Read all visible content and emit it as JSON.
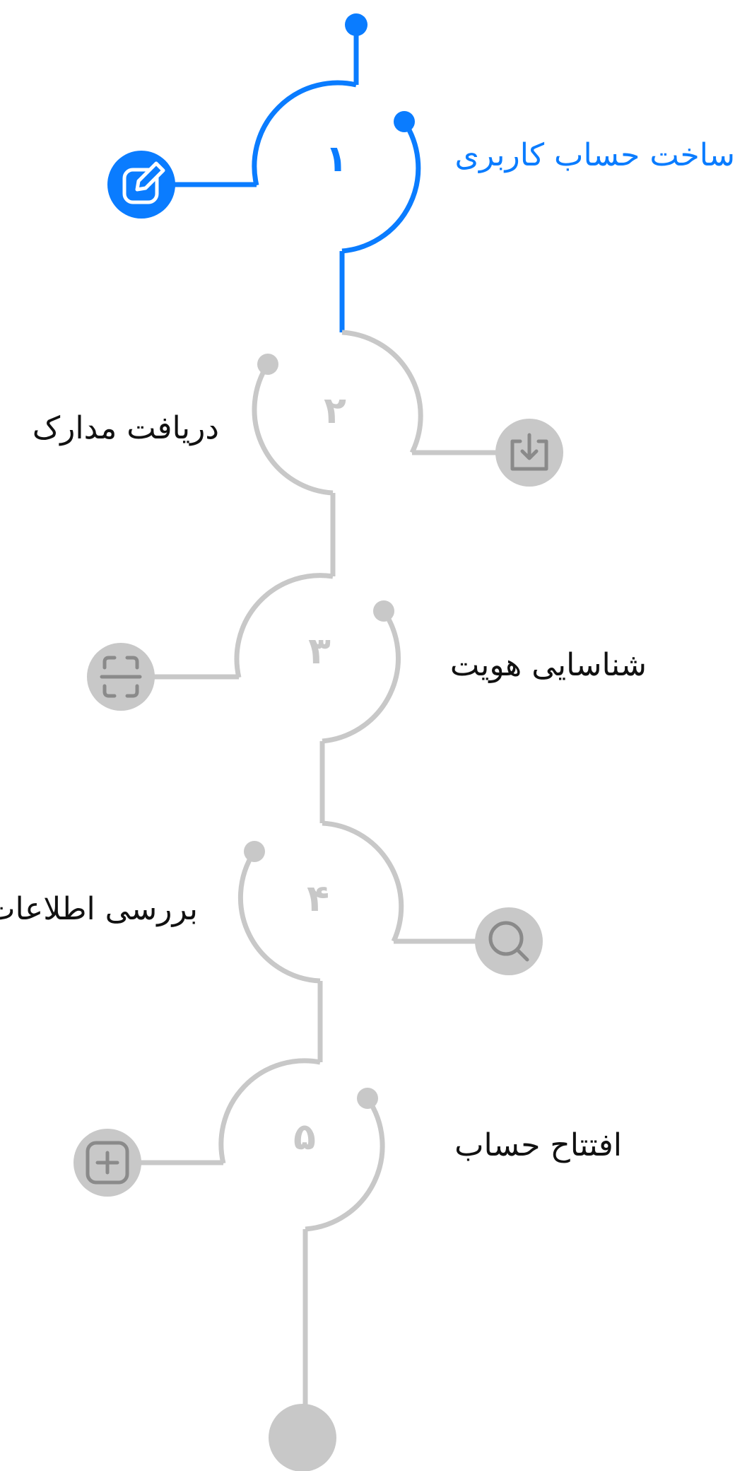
{
  "colors": {
    "active": "#0a7cff",
    "inactive": "#c8c8c8",
    "inactive_icon": "#8a8a8a",
    "text": "#111111",
    "background": "#ffffff"
  },
  "steps": [
    {
      "number": "۱",
      "label": "ساخت حساب کاربری",
      "icon": "edit-icon",
      "status": "active"
    },
    {
      "number": "۲",
      "label": "دریافت مدارک",
      "icon": "download-icon",
      "status": "inactive"
    },
    {
      "number": "۳",
      "label": "شناسایی هویت",
      "icon": "scan-icon",
      "status": "inactive"
    },
    {
      "number": "۴",
      "label": "بررسی اطلاعات",
      "icon": "search-icon",
      "status": "inactive"
    },
    {
      "number": "۵",
      "label": "افتتاح حساب",
      "icon": "plus-square-icon",
      "status": "inactive"
    }
  ]
}
